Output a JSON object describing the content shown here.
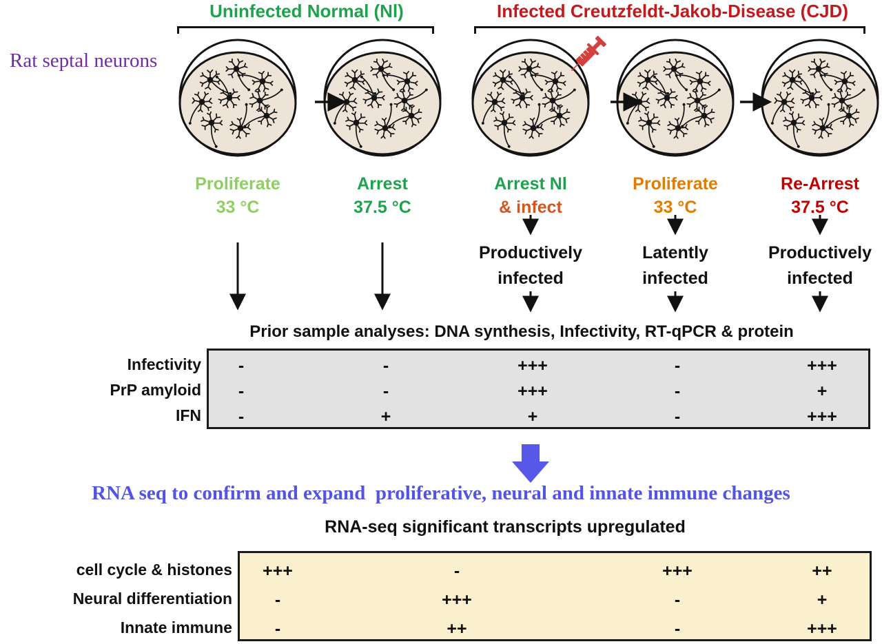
{
  "groups": {
    "uninfected": {
      "label": "Uninfected Normal (Nl)",
      "color": "#1FA24D"
    },
    "infected": {
      "label": "Infected Creutzfeldt-Jakob-Disease (CJD)",
      "color": "#C2191D"
    }
  },
  "side_label": {
    "text": "Rat septal neurons",
    "color": "#6F2DA0"
  },
  "icons": {
    "syringe": "syringe-icon",
    "transfer_arrow": "right-arrow-icon",
    "flow_arrow": "down-arrow-icon",
    "dish": "petri-dish-with-neurons"
  },
  "stages": [
    {
      "line1": "Proliferate",
      "line2": "33 °C",
      "color_line1": "#8FCE63",
      "color_line2": "#8FCE63"
    },
    {
      "line1": "Arrest",
      "line2": "37.5 °C",
      "color_line1": "#1FA24D",
      "color_line2": "#1FA24D"
    },
    {
      "line1": "Arrest Nl",
      "line2": "& infect",
      "color_line1": "#1FA24D",
      "color_line2": "#D5551F"
    },
    {
      "line1": "Proliferate",
      "line2": "33 °C",
      "color_line1": "#E07C00",
      "color_line2": "#E07C00"
    },
    {
      "line1": "Re-Arrest",
      "line2": "37.5 °C",
      "color_line1": "#C00000",
      "color_line2": "#C00000"
    }
  ],
  "infection_states": [
    {
      "line1": "Productively",
      "line2": "infected"
    },
    {
      "line1": "Latently",
      "line2": "infected"
    },
    {
      "line1": "Productively",
      "line2": "infected"
    }
  ],
  "prior_analyses": {
    "title": "Prior sample analyses: DNA synthesis, Infectivity, RT-qPCR & protein",
    "box_color": "#E2E2E2",
    "rows": [
      {
        "label": "Infectivity",
        "values": [
          "-",
          "-",
          "+++",
          "-",
          "+++"
        ]
      },
      {
        "label": "PrP amyloid",
        "values": [
          "-",
          "-",
          "+++",
          "-",
          "+"
        ]
      },
      {
        "label": "IFN",
        "values": [
          "-",
          "+",
          "+",
          "-",
          "+++"
        ]
      }
    ]
  },
  "rna_seq": {
    "statement": "RNA seq to confirm and expand  proliferative, neural and innate immune changes",
    "statement_color": "#5353E6",
    "arrow_color": "#5757E8",
    "table_title": "RNA-seq significant transcripts upregulated",
    "box_color": "#FBF0CD",
    "rows": [
      {
        "label": "cell cycle & histones",
        "values": [
          "+++",
          "-",
          "",
          "+++",
          "++"
        ]
      },
      {
        "label": "Neural differentiation",
        "values": [
          "-",
          "+++",
          "",
          "-",
          "+"
        ]
      },
      {
        "label": "Innate immune",
        "values": [
          "-",
          "++",
          "",
          "-",
          "+++"
        ]
      }
    ]
  }
}
